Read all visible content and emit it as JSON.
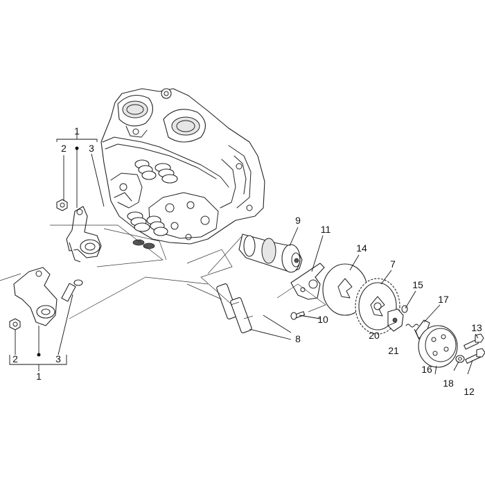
{
  "callouts": [
    {
      "id": "c1a",
      "text": "1"
    },
    {
      "id": "c2a",
      "text": "2"
    },
    {
      "id": "c3a",
      "text": "3"
    },
    {
      "id": "c9",
      "text": "9"
    },
    {
      "id": "c11",
      "text": "11"
    },
    {
      "id": "c14",
      "text": "14"
    },
    {
      "id": "c7",
      "text": "7"
    },
    {
      "id": "c15",
      "text": "15"
    },
    {
      "id": "c17",
      "text": "17"
    },
    {
      "id": "c13",
      "text": "13"
    },
    {
      "id": "c10",
      "text": "10"
    },
    {
      "id": "c8",
      "text": "8"
    },
    {
      "id": "c20",
      "text": "20"
    },
    {
      "id": "c21",
      "text": "21"
    },
    {
      "id": "c16",
      "text": "16"
    },
    {
      "id": "c18",
      "text": "18"
    },
    {
      "id": "c12",
      "text": "12"
    },
    {
      "id": "c2b",
      "text": "2"
    },
    {
      "id": "c3b",
      "text": "3"
    },
    {
      "id": "c1b",
      "text": "1"
    }
  ]
}
